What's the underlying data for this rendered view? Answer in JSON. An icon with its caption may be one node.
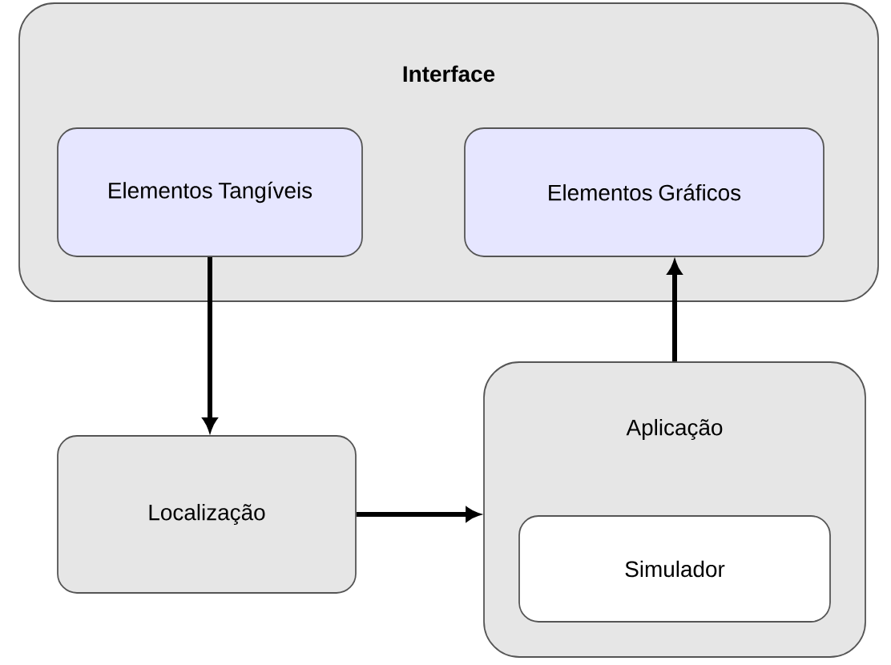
{
  "diagram": {
    "nodes": [
      {
        "text": [
          "Interface"
        ]
      },
      {
        "text": [
          "Elementos Tangíveis"
        ],
        "in": 0
      },
      {
        "text": [
          "Elementos Gráficos"
        ],
        "in": 0
      },
      {
        "text": [
          "Localização"
        ]
      },
      {
        "text": [
          "Aplicação"
        ]
      },
      {
        "text": [
          "Simulador"
        ],
        "in": 4
      }
    ],
    "edges": [
      {
        "from": 1,
        "to": 3,
        "arrow": "to"
      },
      {
        "from": 3,
        "to": 4,
        "arrow": "to"
      },
      {
        "from": 4,
        "to": 2,
        "arrow": "to"
      }
    ]
  }
}
